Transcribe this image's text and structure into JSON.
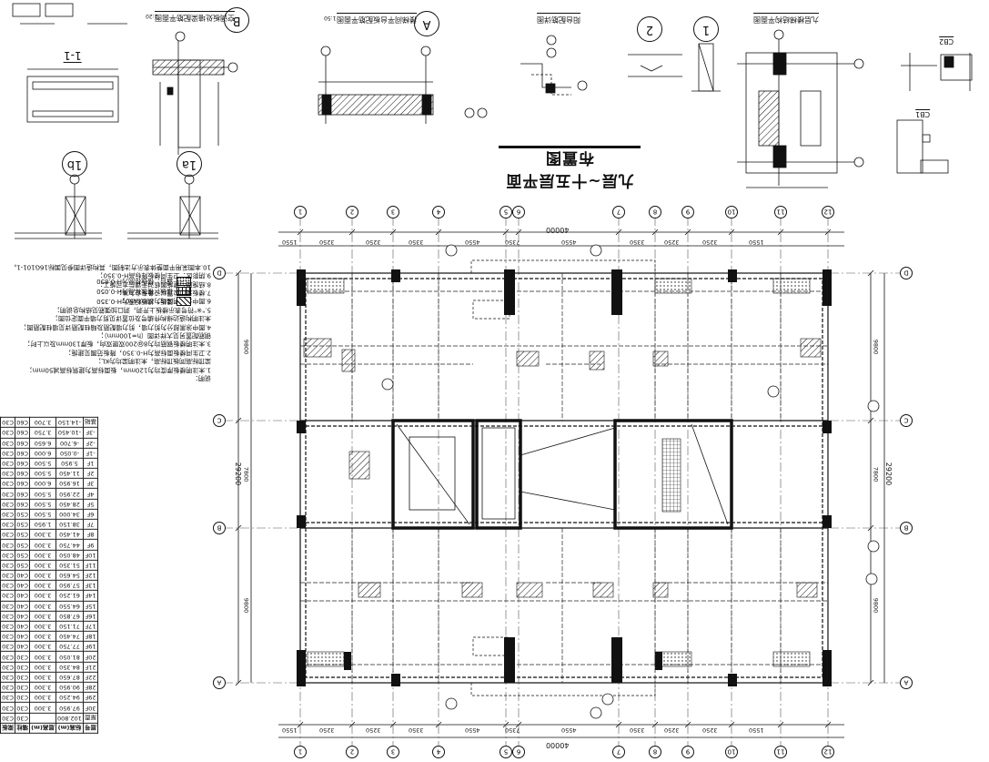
{
  "plan": {
    "title": "九层~十五层平面布置图"
  },
  "dimensions": {
    "overall_top": "40000",
    "overall_bottom": "40000",
    "top_segments": [
      "1550",
      "3250",
      "3250",
      "3350",
      "4550",
      "7350",
      "4550",
      "3350",
      "3250",
      "3250",
      "1550"
    ],
    "bottom_segments": [
      "1550",
      "3250",
      "3250",
      "3350",
      "4550",
      "7350",
      "4550",
      "3350",
      "3250",
      "3250",
      "1550"
    ],
    "left_segments": [
      "9800",
      "7800",
      "9800"
    ],
    "right_segments": [
      "9800",
      "7800",
      "9800"
    ],
    "left_total": "29200",
    "right_total": "29200"
  },
  "grid": {
    "top_bubbles": [
      "1",
      "2",
      "3",
      "4",
      "5",
      "6",
      "7",
      "8",
      "9",
      "10",
      "11",
      "12"
    ],
    "bottom_bubbles": [
      "1",
      "2",
      "3",
      "4",
      "5",
      "6",
      "7",
      "8",
      "9",
      "10",
      "11",
      "12"
    ],
    "side_bubbles": [
      "A",
      "B",
      "C",
      "D"
    ]
  },
  "details": {
    "a_label": "A",
    "a_title": "楼梯间平台板配筋平面图",
    "a_scale": "1:50",
    "b_label": "B",
    "b_title": "空调板处墙梁配筋平面图",
    "b_scale": "1:20",
    "one_label": "1",
    "two_label": "2",
    "section_title": "1-1",
    "one_a_label": "1a",
    "one_b_label": "1b",
    "cb1_label": "CB1",
    "cb2_label": "CB2",
    "stair_detail_title": "九层楼梯结构平面图",
    "right_detail_title": "阳台配筋详图"
  },
  "notes": {
    "heading": "说明：",
    "lines": [
      "1.未注明楼板厚度均为120mm，板面标高为建筑标高减50mm；",
      "  梁顶标高同板顶标高，未注明梁均为KL；",
      "2.卫生间楼板面标高为H-0.350，降板范围见建施；",
      "3.未注明楼板钢筋均为8@200双层双向，板厚130mm及以上时；",
      "  钢筋配置另见大样详图（h=100mm）；",
      "4.图中涂黑部分为剪力墙，剪力墙配筋及暗柱配筋详见墙柱配筋图；",
      "  未注明构造边缘构件编号及位置详见剪力墙平面定位图；",
      "5.\"※\"符号表示楼板上开洞，洞口加强筋见结构总说明；",
      "6.图中未注明梁均为200X450；",
      "7.楼板洞口位置以设备专业为准；",
      "8.结施图与建施图核对无误后方可施工；",
      "9.阴影区：卫生间楼板降标高H-0.350；",
      "10.本图采用平面整体表示方法制图，其构造详图参见国标16G101-1。"
    ]
  },
  "legend": [
    {
      "label": "降板：楼板标高为H-0.350",
      "pattern": "hatch"
    },
    {
      "label": "楼板：楼板标高为H-0.050",
      "pattern": "grid"
    },
    {
      "label": "露台：楼板标高为H-0.850",
      "pattern": "dots"
    }
  ],
  "floor_table": {
    "headers": [
      "层号",
      "标高(m)",
      "层高(m)",
      "墙柱",
      "梁板"
    ],
    "rows": [
      [
        "屋面",
        "102.800",
        "",
        "C30",
        "C30"
      ],
      [
        "30F",
        "97.950",
        "3.300",
        "C30",
        "C30"
      ],
      [
        "29F",
        "94.250",
        "3.300",
        "C30",
        "C30"
      ],
      [
        "28F",
        "90.950",
        "3.300",
        "C30",
        "C30"
      ],
      [
        "22F",
        "87.650",
        "3.300",
        "C30",
        "C30"
      ],
      [
        "21F",
        "84.350",
        "3.300",
        "C30",
        "C30"
      ],
      [
        "20F",
        "81.050",
        "3.300",
        "C30",
        "C30"
      ],
      [
        "19F",
        "77.750",
        "3.300",
        "C40",
        "C30"
      ],
      [
        "18F",
        "74.450",
        "3.300",
        "C40",
        "C30"
      ],
      [
        "17F",
        "71.150",
        "3.300",
        "C40",
        "C30"
      ],
      [
        "16F",
        "67.850",
        "3.300",
        "C40",
        "C30"
      ],
      [
        "15F",
        "64.550",
        "3.300",
        "C40",
        "C30"
      ],
      [
        "14F",
        "61.250",
        "3.300",
        "C40",
        "C30"
      ],
      [
        "13F",
        "57.950",
        "3.300",
        "C40",
        "C30"
      ],
      [
        "12F",
        "54.650",
        "3.300",
        "C40",
        "C30"
      ],
      [
        "11F",
        "51.350",
        "3.300",
        "C50",
        "C30"
      ],
      [
        "10F",
        "48.050",
        "3.300",
        "C50",
        "C30"
      ],
      [
        "9F",
        "44.750",
        "3.300",
        "C50",
        "C30"
      ],
      [
        "8F",
        "41.450",
        "3.300",
        "C50",
        "C30"
      ],
      [
        "7F",
        "38.150",
        "1.950",
        "C50",
        "C30"
      ],
      [
        "6F",
        "34.000",
        "5.500",
        "C50",
        "C30"
      ],
      [
        "5F",
        "28.450",
        "5.500",
        "C60",
        "C30"
      ],
      [
        "4F",
        "22.950",
        "5.500",
        "C60",
        "C30"
      ],
      [
        "3F",
        "16.950",
        "6.000",
        "C60",
        "C30"
      ],
      [
        "2F",
        "11.450",
        "5.500",
        "C60",
        "C30"
      ],
      [
        "1F",
        "5.950",
        "5.500",
        "C60",
        "C30"
      ],
      [
        "-1F",
        "-0.050",
        "6.000",
        "C60",
        "C30"
      ],
      [
        "-2F",
        "-6.700",
        "6.650",
        "C60",
        "C30"
      ],
      [
        "-3F",
        "-10.450",
        "3.750",
        "C60",
        "C30"
      ],
      [
        "基础",
        "-14.150",
        "3.700",
        "C60",
        "C30"
      ]
    ]
  }
}
